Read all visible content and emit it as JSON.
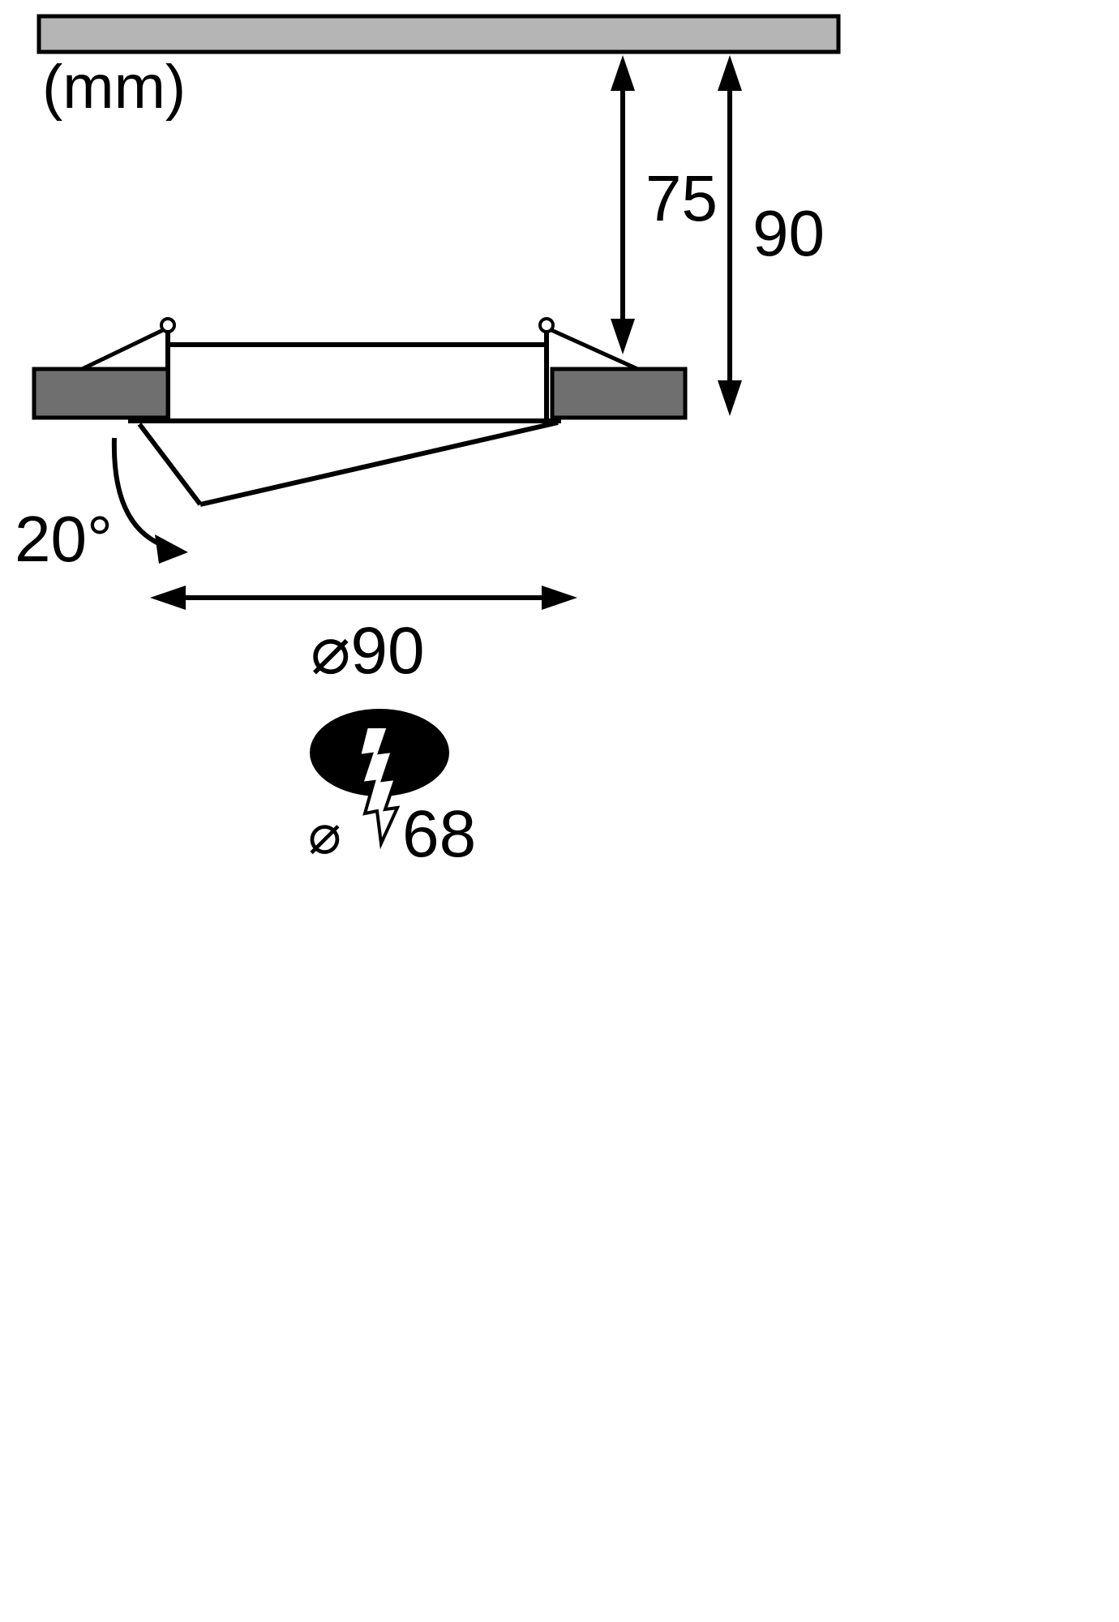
{
  "diagram": {
    "title": "recessed-spotlight-dimension-drawing",
    "unit_label": "(mm)",
    "dim_recess_depth": "75",
    "dim_total_depth": "90",
    "tilt_angle": "20°",
    "dim_outer_diameter": "⌀90",
    "cutout_diameter_symbol": "⌀",
    "cutout_diameter_value": "68",
    "colors": {
      "ceiling_fill": "#b5b5b5",
      "trim_fill": "#6f6f6f",
      "line": "#000000",
      "cutout_fill": "#000000",
      "background": "#ffffff"
    }
  }
}
